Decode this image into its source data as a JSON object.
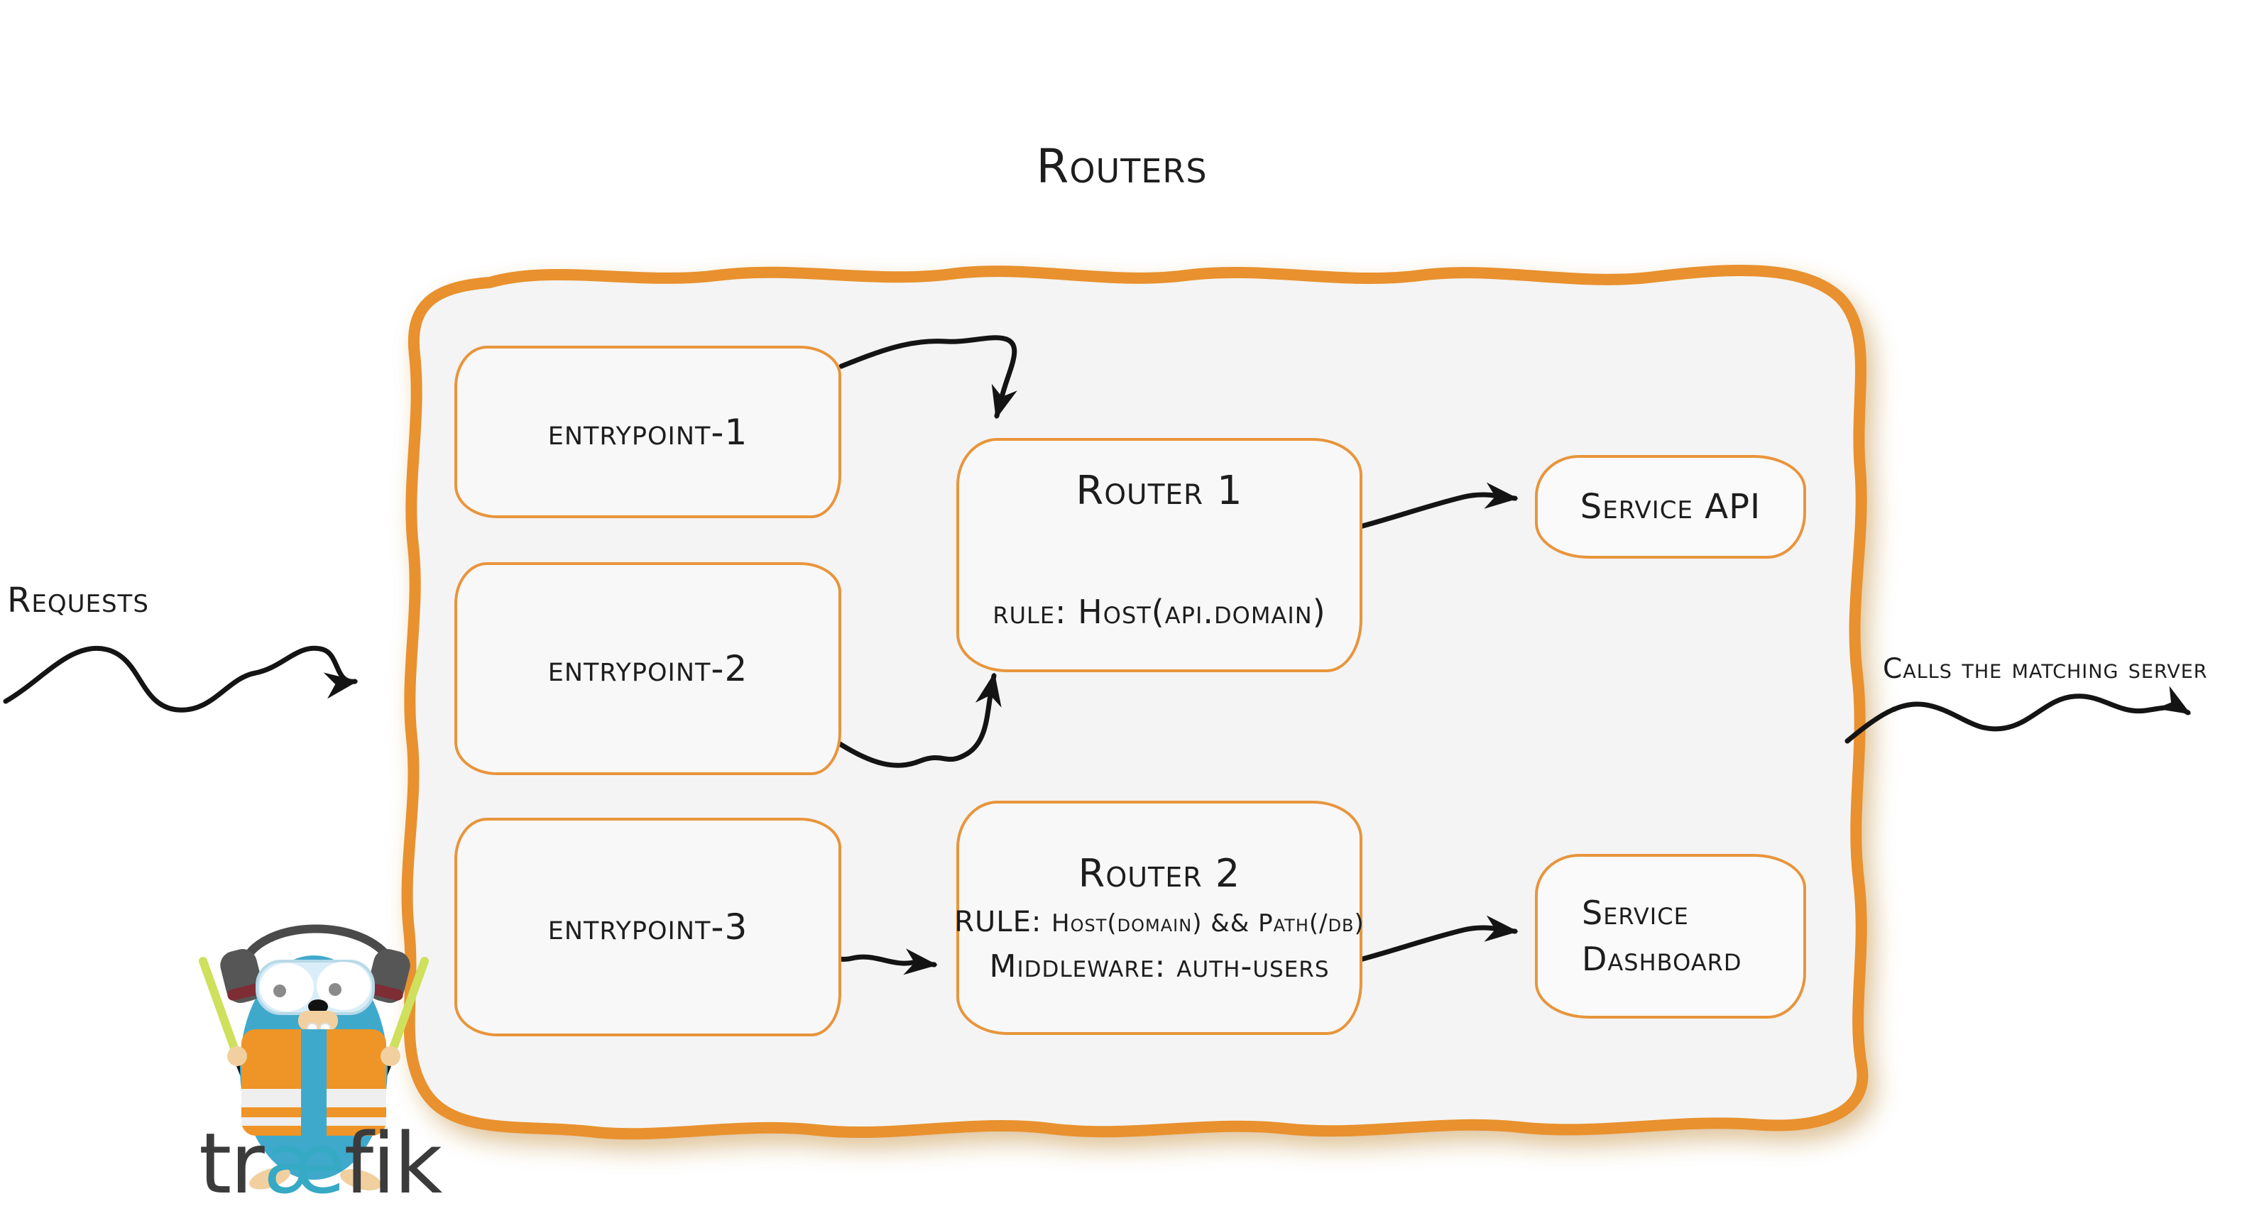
{
  "diagram": {
    "title": "Routers",
    "left_label": "Requests",
    "right_label": "Calls the matching server",
    "entrypoints": [
      {
        "label": "entrypoint-1"
      },
      {
        "label": "entrypoint-2"
      },
      {
        "label": "entrypoint-3"
      }
    ],
    "routers": [
      {
        "title": "Router 1",
        "rule": "rule: Host(api.domain)"
      },
      {
        "title": "Router 2",
        "rule_label": "RULE:",
        "rule_value": "Host(domain) && Path(/db)",
        "middleware": "Middleware: auth-users"
      }
    ],
    "services": [
      {
        "label": "Service API"
      },
      {
        "label_line1": "Service",
        "label_line2": "Dashboard"
      }
    ],
    "logo": {
      "part1": "tr",
      "part2": "æ",
      "part3": "fik"
    },
    "colors": {
      "container_stroke": "#E8912D",
      "box_stroke": "#E8953C",
      "panel_fill": "#F4F4F4",
      "ink": "#1D1D1D",
      "logo_teal": "#36A9C4",
      "logo_dark": "#3B3B3B",
      "mascot_blue": "#3FA9CC",
      "vest_orange": "#EF9426",
      "wand_green": "#CEE05C"
    }
  }
}
